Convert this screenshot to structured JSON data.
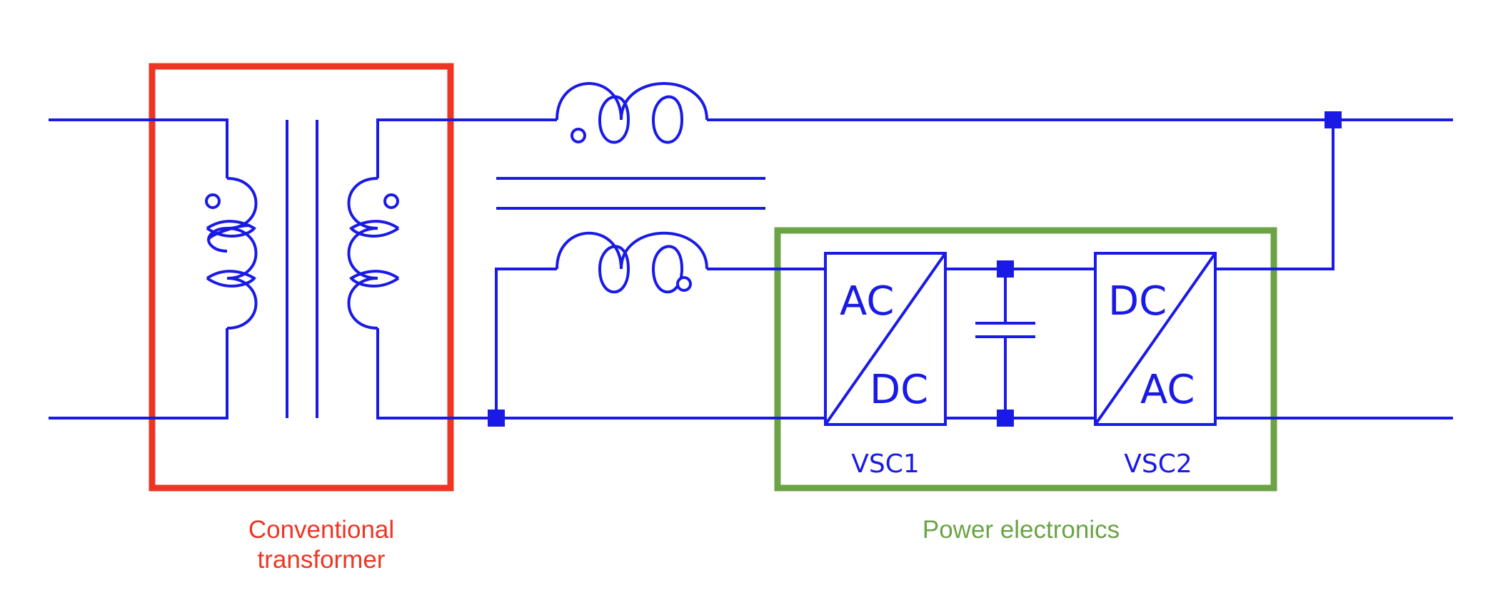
{
  "colors": {
    "wire": "#1a1ae6",
    "transformer_box": "#ee3524",
    "power_box": "#6ba346"
  },
  "labels": {
    "transformer_line1": "Conventional",
    "transformer_line2": "transformer",
    "power_electronics": "Power electronics"
  },
  "converters": [
    {
      "id": "VSC1",
      "top": "AC",
      "bottom": "DC"
    },
    {
      "id": "VSC2",
      "top": "DC",
      "bottom": "AC"
    }
  ]
}
